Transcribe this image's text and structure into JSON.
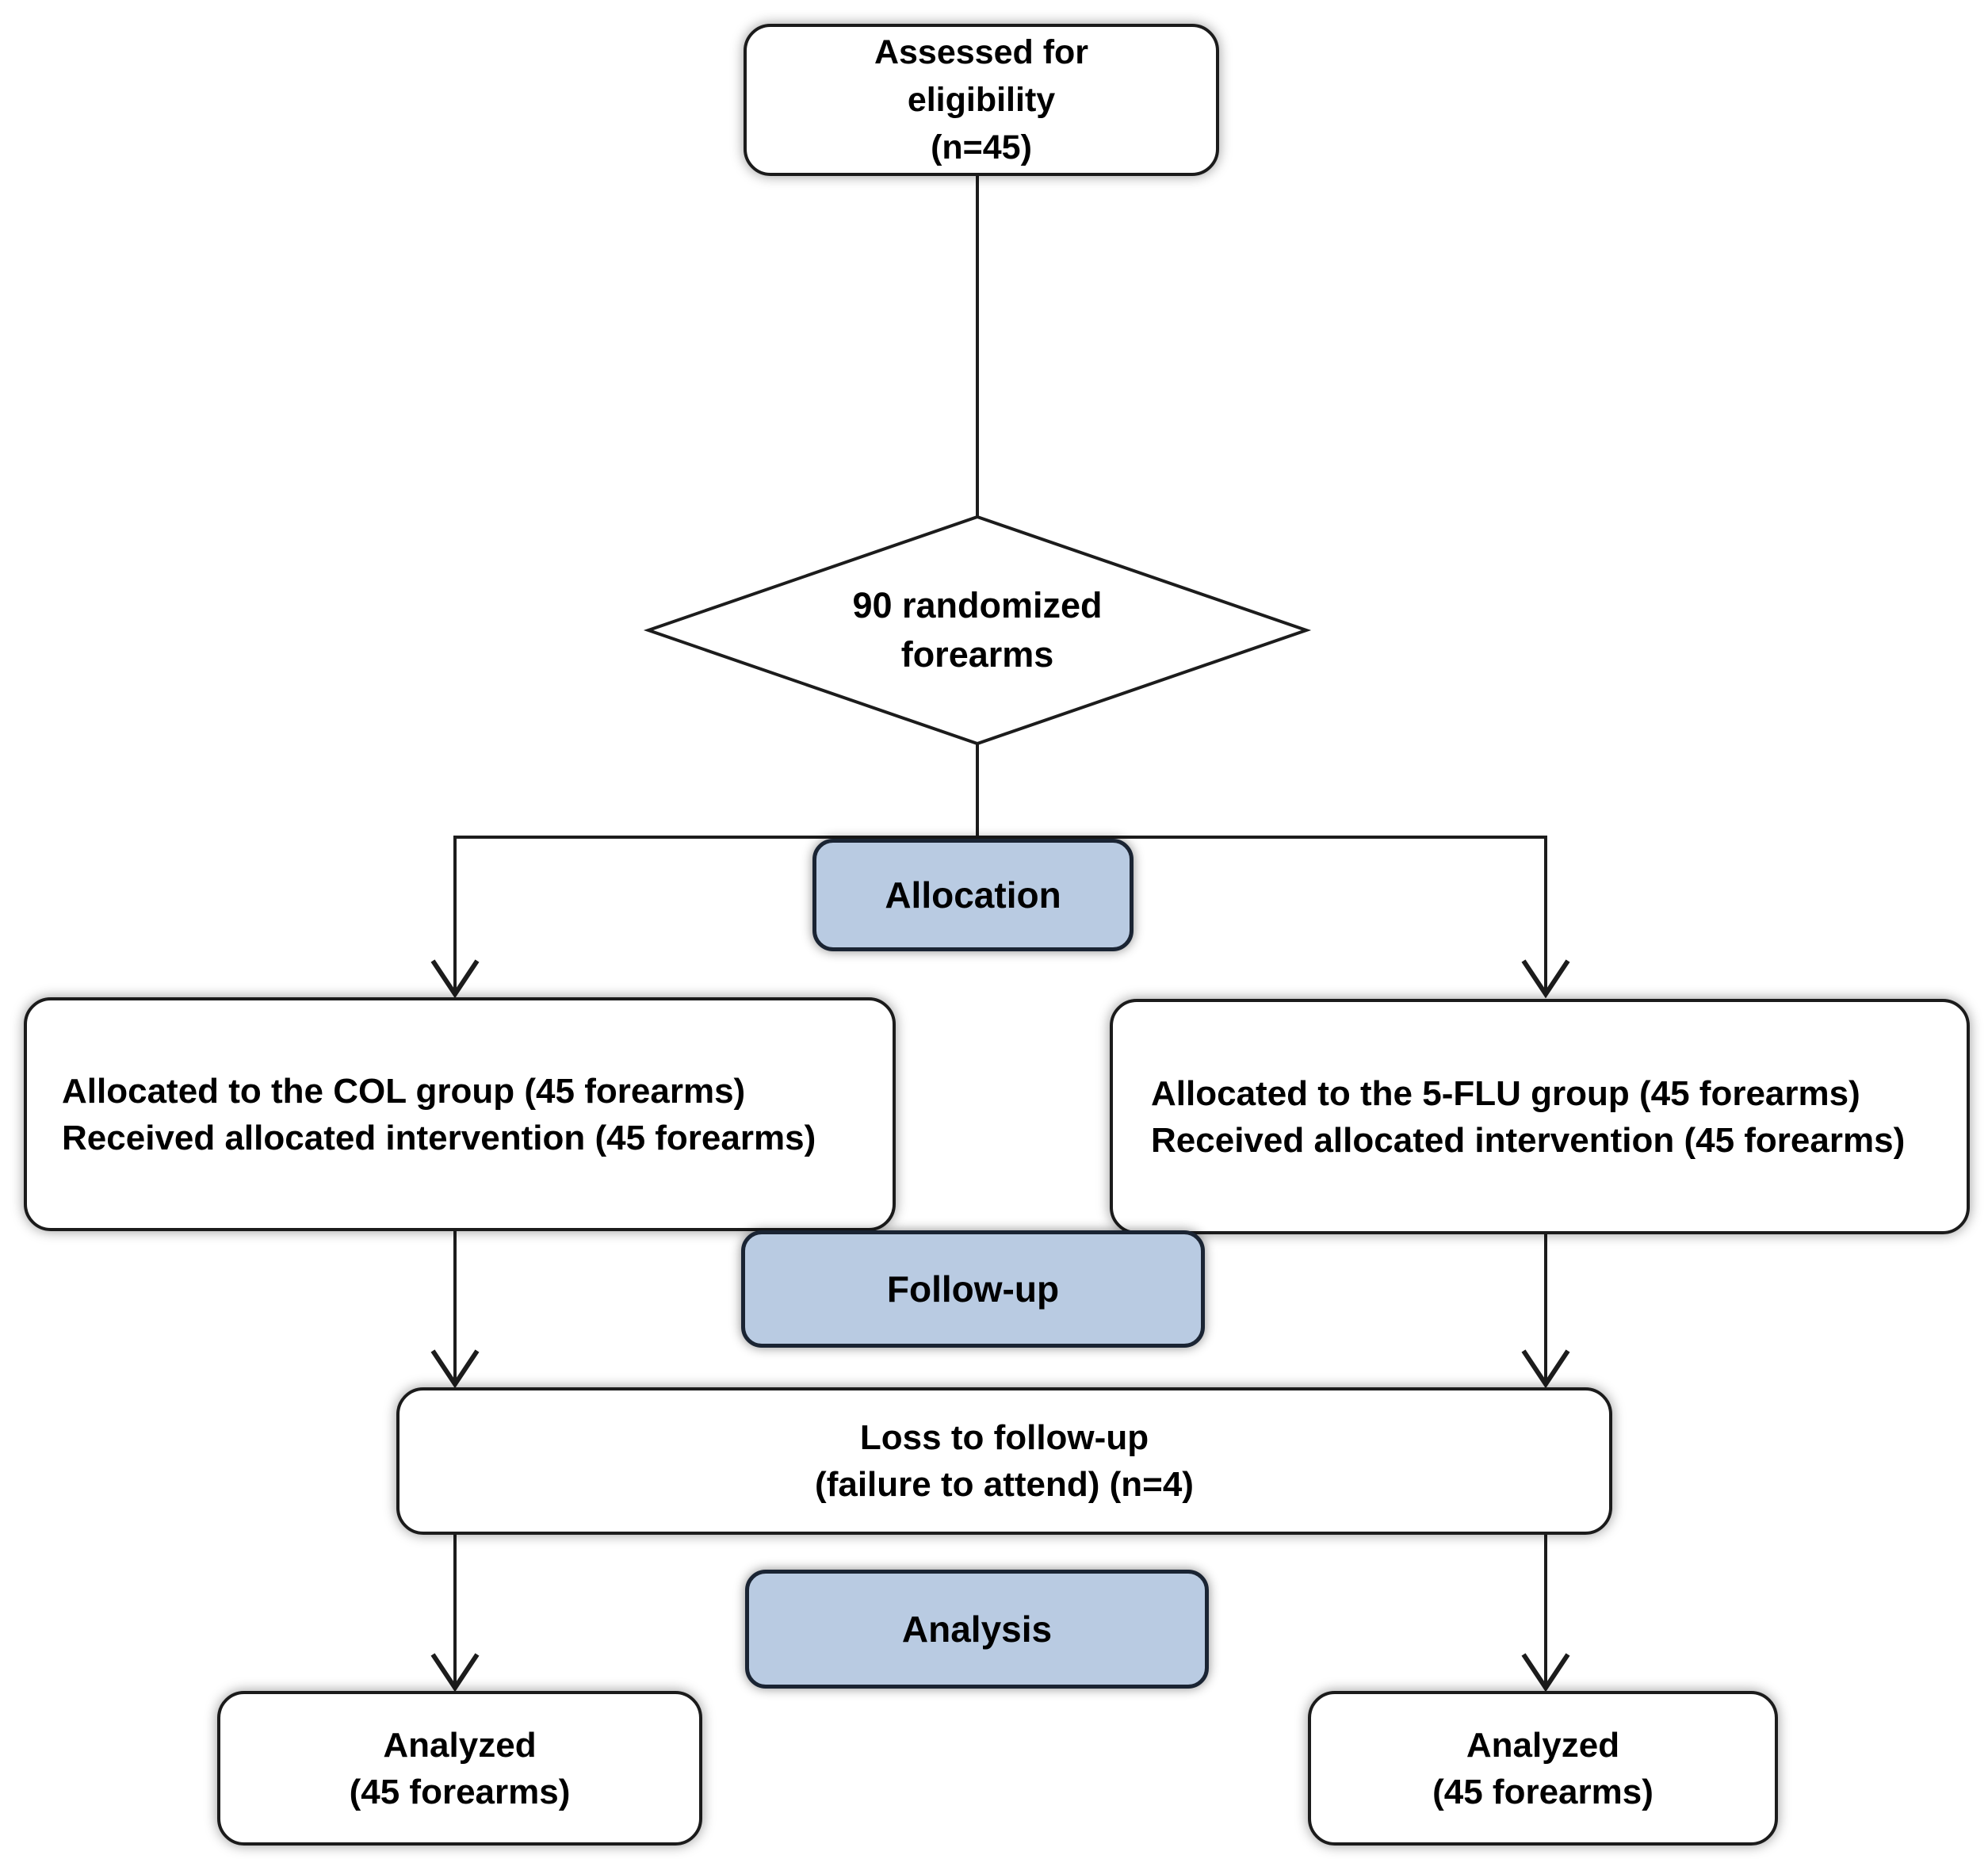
{
  "colors": {
    "stage_fill": "#b9cbe2",
    "stage_border": "#1a2433",
    "box_fill": "#ffffff",
    "box_border": "#1b1b1b",
    "connector": "#1c1c1c",
    "background": "#ffffff",
    "text": "#000000"
  },
  "nodes": {
    "assessed": {
      "line1": "Assessed for",
      "line2": "eligibility",
      "line3": "(n=45)"
    },
    "randomized": {
      "line1": "90 randomized",
      "line2": "forearms"
    },
    "allocation": {
      "label": "Allocation"
    },
    "col_group": {
      "line1": "Allocated to the COL group (45 forearms)",
      "line2": "Received allocated intervention (45 forearms)"
    },
    "flu_group": {
      "line1": "Allocated to the 5-FLU group (45 forearms)",
      "line2": "Received allocated intervention (45 forearms)"
    },
    "followup": {
      "label": "Follow-up"
    },
    "loss": {
      "line1": "Loss to follow-up",
      "line2": "(failure to attend) (n=4)"
    },
    "analysis": {
      "label": "Analysis"
    },
    "analyzed_left": {
      "line1": "Analyzed",
      "line2": "(45 forearms)"
    },
    "analyzed_right": {
      "line1": "Analyzed",
      "line2": "(45 forearms)"
    }
  }
}
